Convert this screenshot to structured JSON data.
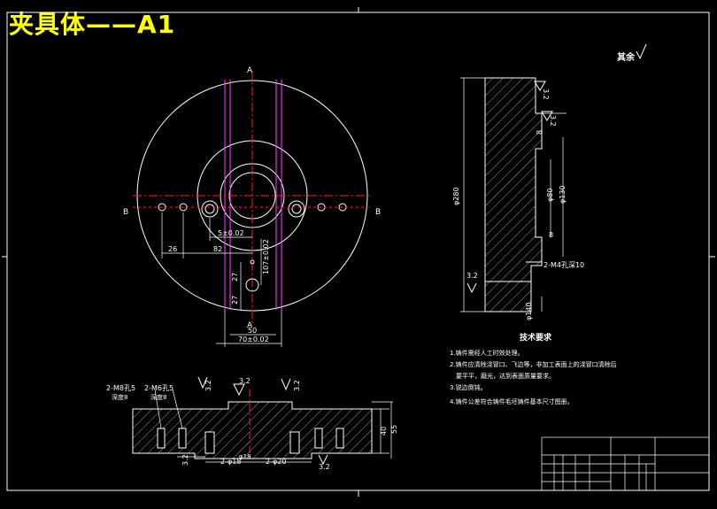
{
  "title": "夹具体——A1",
  "roughness_note": "其余",
  "plan_view": {
    "section_top_label": "A",
    "section_bottom_label": "A",
    "left_label": "B",
    "right_label": "B",
    "dim_5": "5±0.02",
    "dim_26": "26",
    "dim_82": "82",
    "dim_107": "107±0.02",
    "dim_27a": "27",
    "dim_27b": "27",
    "dim_50": "50",
    "dim_70": "70±0.02"
  },
  "section_view": {
    "dim_outer": "φ280",
    "dim_inner1": "φ80",
    "dim_inner2": "φ130",
    "dim_bottom": "φ140",
    "rough_top": "3.2",
    "rough_mid": "3.2",
    "rough_low": "3.2",
    "label_8a": "8",
    "label_8b": "8",
    "thread_note": "2-M4孔深10"
  },
  "front_view": {
    "thread_left": "2-M8孔5",
    "thread_left_sub": "深度8",
    "thread_mid": "2-M6孔5",
    "thread_mid_sub": "深度8",
    "rough_a": "3.2",
    "rough_b": "3.2",
    "rough_c": "3.2",
    "rough_d": "3.2",
    "rough_e": "3.2",
    "dim_hole1": "2-φ18",
    "dim_hole2": "2-φ20",
    "dim_h1": "40",
    "dim_h2": "55",
    "dim_small": "φ18"
  },
  "tech_req": {
    "heading": "技术要求",
    "items": [
      "1.铸件需经人工时效处理。",
      "2.铸件应清除浇冒口、飞边等，非加工表面上的浇冒口清除后",
      "要平平，磨光，达到表面质量要求。",
      "3.锐边倒钝。",
      "4.铸件公差符合铸件毛坯铸件基本尺寸图册。"
    ]
  },
  "colors": {
    "line": "#ffffff",
    "center": "#ff2020",
    "magenta": "#ff40ff",
    "title": "#ffff00"
  }
}
